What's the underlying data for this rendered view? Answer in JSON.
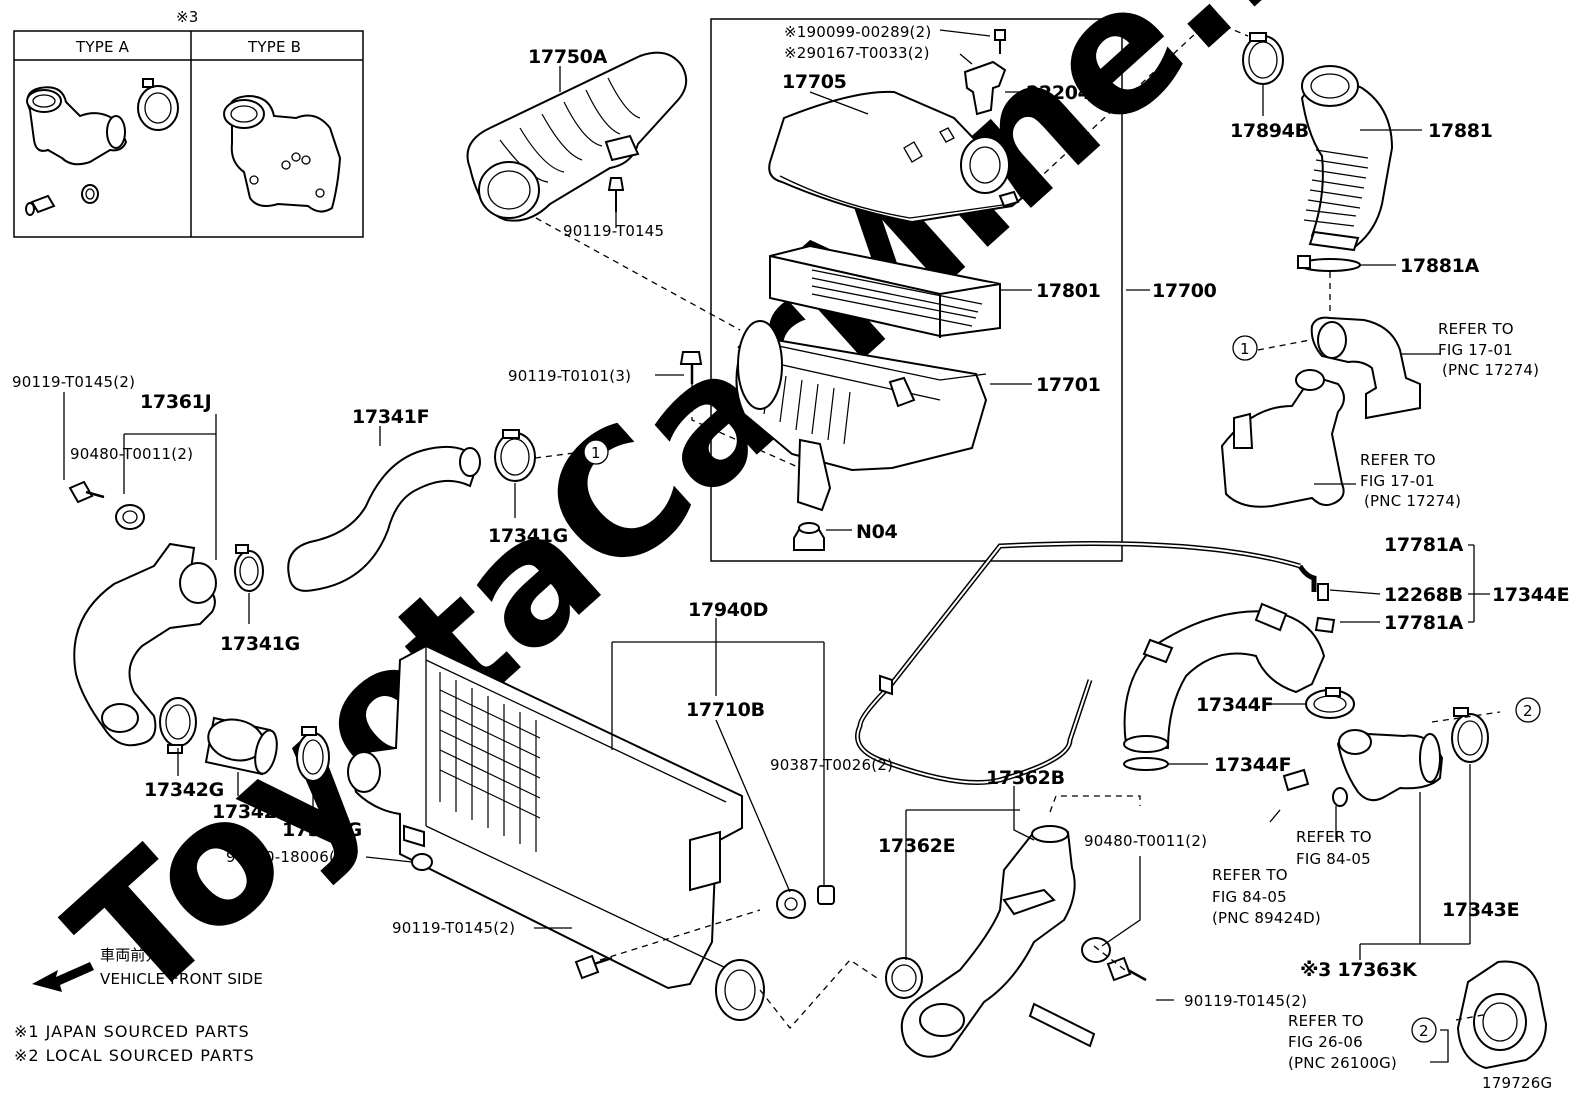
{
  "diagram": {
    "figure_number": "179726G",
    "watermark": "ToyotaCarMine.ru",
    "inset": {
      "mark": "※3",
      "type_a": "TYPE A",
      "type_b": "TYPE B"
    },
    "parts": {
      "p17750A": "17750A",
      "p90119_T0145_air": "90119-T0145",
      "p190099": "※190099-00289(2)",
      "p290167": "※290167-T0033(2)",
      "p17705": "17705",
      "p22204": "22204",
      "p17801": "17801",
      "p17700": "17700",
      "p90119_T0101": "90119-T0101(3)",
      "p17701": "17701",
      "pN04": "N04",
      "p17894B": "17894B",
      "p17881": "17881",
      "p17881A": "17881A",
      "p90119_T0145_2_left": "90119-T0145(2)",
      "p17361J": "17361J",
      "p90480_T0011_left": "90480-T0011(2)",
      "p17341F": "17341F",
      "p17341G_top": "17341G",
      "p17341G_mid": "17341G",
      "p17342G_left": "17342G",
      "p17342F": "17342F",
      "p17342G_right": "17342G",
      "p17940D": "17940D",
      "p17710B": "17710B",
      "p90387": "90387-T0026(2)",
      "p90480_18006": "90480-18006(2)",
      "p90119_T0145_2_bottom": "90119-T0145(2)",
      "p17781A_top": "17781A",
      "p12268B": "12268B",
      "p17344E": "17344E",
      "p17781A_bottom": "17781A",
      "p17344F_top": "17344F",
      "p17344F_bottom": "17344F",
      "p17362B": "17362B",
      "p17362E": "17362E",
      "p90480_T0011_right": "90480-T0011(2)",
      "p90119_T0145_2_right": "90119-T0145(2)",
      "p17343E": "17343E",
      "p17363K": "※3 17363K"
    },
    "refs": {
      "ref1_line1": "REFER TO",
      "ref1_line2": "FIG 17-01",
      "ref1_line3": "(PNC 17274)",
      "ref2_line1": "REFER TO",
      "ref2_line2": "FIG 17-01",
      "ref2_line3": "(PNC 17274)",
      "ref3_line1": "REFER TO",
      "ref3_line2": "FIG 84-05",
      "ref4_line1": "REFER TO",
      "ref4_line2": "FIG 84-05",
      "ref4_line3": "(PNC 89424D)",
      "ref5_line1": "REFER TO",
      "ref5_line2": "FIG 26-06",
      "ref5_line3": "(PNC 26100G)"
    },
    "callouts": {
      "c1": "1",
      "c1b": "1",
      "c2": "2",
      "c2b": "2"
    },
    "direction": {
      "jp": "車両前方",
      "en": "VEHICLE FRONT SIDE"
    },
    "legend": {
      "line1": "※1 JAPAN SOURCED PARTS",
      "line2": "※2 LOCAL SOURCED PARTS"
    }
  }
}
